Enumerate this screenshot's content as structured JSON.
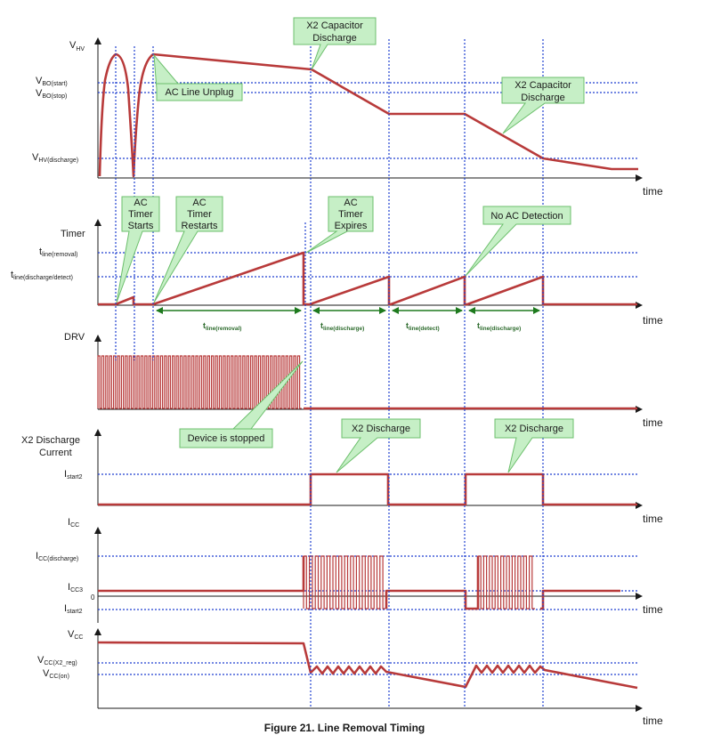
{
  "caption": "Figure 21. Line Removal Timing",
  "time_label": "time",
  "colors": {
    "waveform": "#b83a3a",
    "reference_lines": "#1f3fd0",
    "callout_fill": "#c6efc6",
    "callout_border": "#6cbf6c",
    "duration_arrows": "#1e7a1e",
    "axes": "#1a1a1a"
  },
  "panels": {
    "vhv": {
      "axis": {
        "main": "V",
        "sub": "HV"
      },
      "levels": [
        {
          "main": "V",
          "sub": "BO(start)"
        },
        {
          "main": "V",
          "sub": "BO(stop)"
        },
        {
          "main": "V",
          "sub": "HV(discharge)"
        }
      ]
    },
    "timer": {
      "axis": {
        "main": "Timer",
        "sub": ""
      },
      "levels": [
        {
          "main": "t",
          "sub": "line(removal)"
        },
        {
          "main": "t",
          "sub": "line(discharge/detect)"
        }
      ],
      "durations": [
        {
          "main": "t",
          "sub": "line(removal)"
        },
        {
          "main": "t",
          "sub": "line(discharge)"
        },
        {
          "main": "t",
          "sub": "line(detect)"
        },
        {
          "main": "t",
          "sub": "line(discharge)"
        }
      ]
    },
    "drv": {
      "axis": {
        "main": "DRV",
        "sub": ""
      }
    },
    "x2": {
      "axis_line1": "X2 Discharge",
      "axis_line2": "Current",
      "levels": [
        {
          "main": "I",
          "sub": "start2"
        }
      ]
    },
    "icc": {
      "axis": {
        "main": "I",
        "sub": "CC"
      },
      "levels": [
        {
          "main": "I",
          "sub": "CC(discharge)"
        },
        {
          "main": "I",
          "sub": "CC3"
        },
        {
          "main": "0",
          "sub": ""
        },
        {
          "main": "I",
          "sub": "start2"
        }
      ]
    },
    "vcc": {
      "axis": {
        "main": "V",
        "sub": "CC"
      },
      "levels": [
        {
          "main": "V",
          "sub": "CC(X2_reg)"
        },
        {
          "main": "V",
          "sub": "CC(on)"
        }
      ]
    }
  },
  "callouts": [
    {
      "lines": [
        "X2 Capacitor",
        "Discharge"
      ]
    },
    {
      "lines": [
        "AC Line Unplug"
      ]
    },
    {
      "lines": [
        "X2 Capacitor",
        "Discharge"
      ]
    },
    {
      "lines": [
        "AC",
        "Timer",
        "Starts"
      ]
    },
    {
      "lines": [
        "AC",
        "Timer",
        "Restarts"
      ]
    },
    {
      "lines": [
        "AC",
        "Timer",
        "Expires"
      ]
    },
    {
      "lines": [
        "No AC Detection"
      ]
    },
    {
      "lines": [
        "Device is stopped"
      ]
    },
    {
      "lines": [
        "X2 Discharge"
      ]
    },
    {
      "lines": [
        "X2 Discharge"
      ]
    }
  ]
}
